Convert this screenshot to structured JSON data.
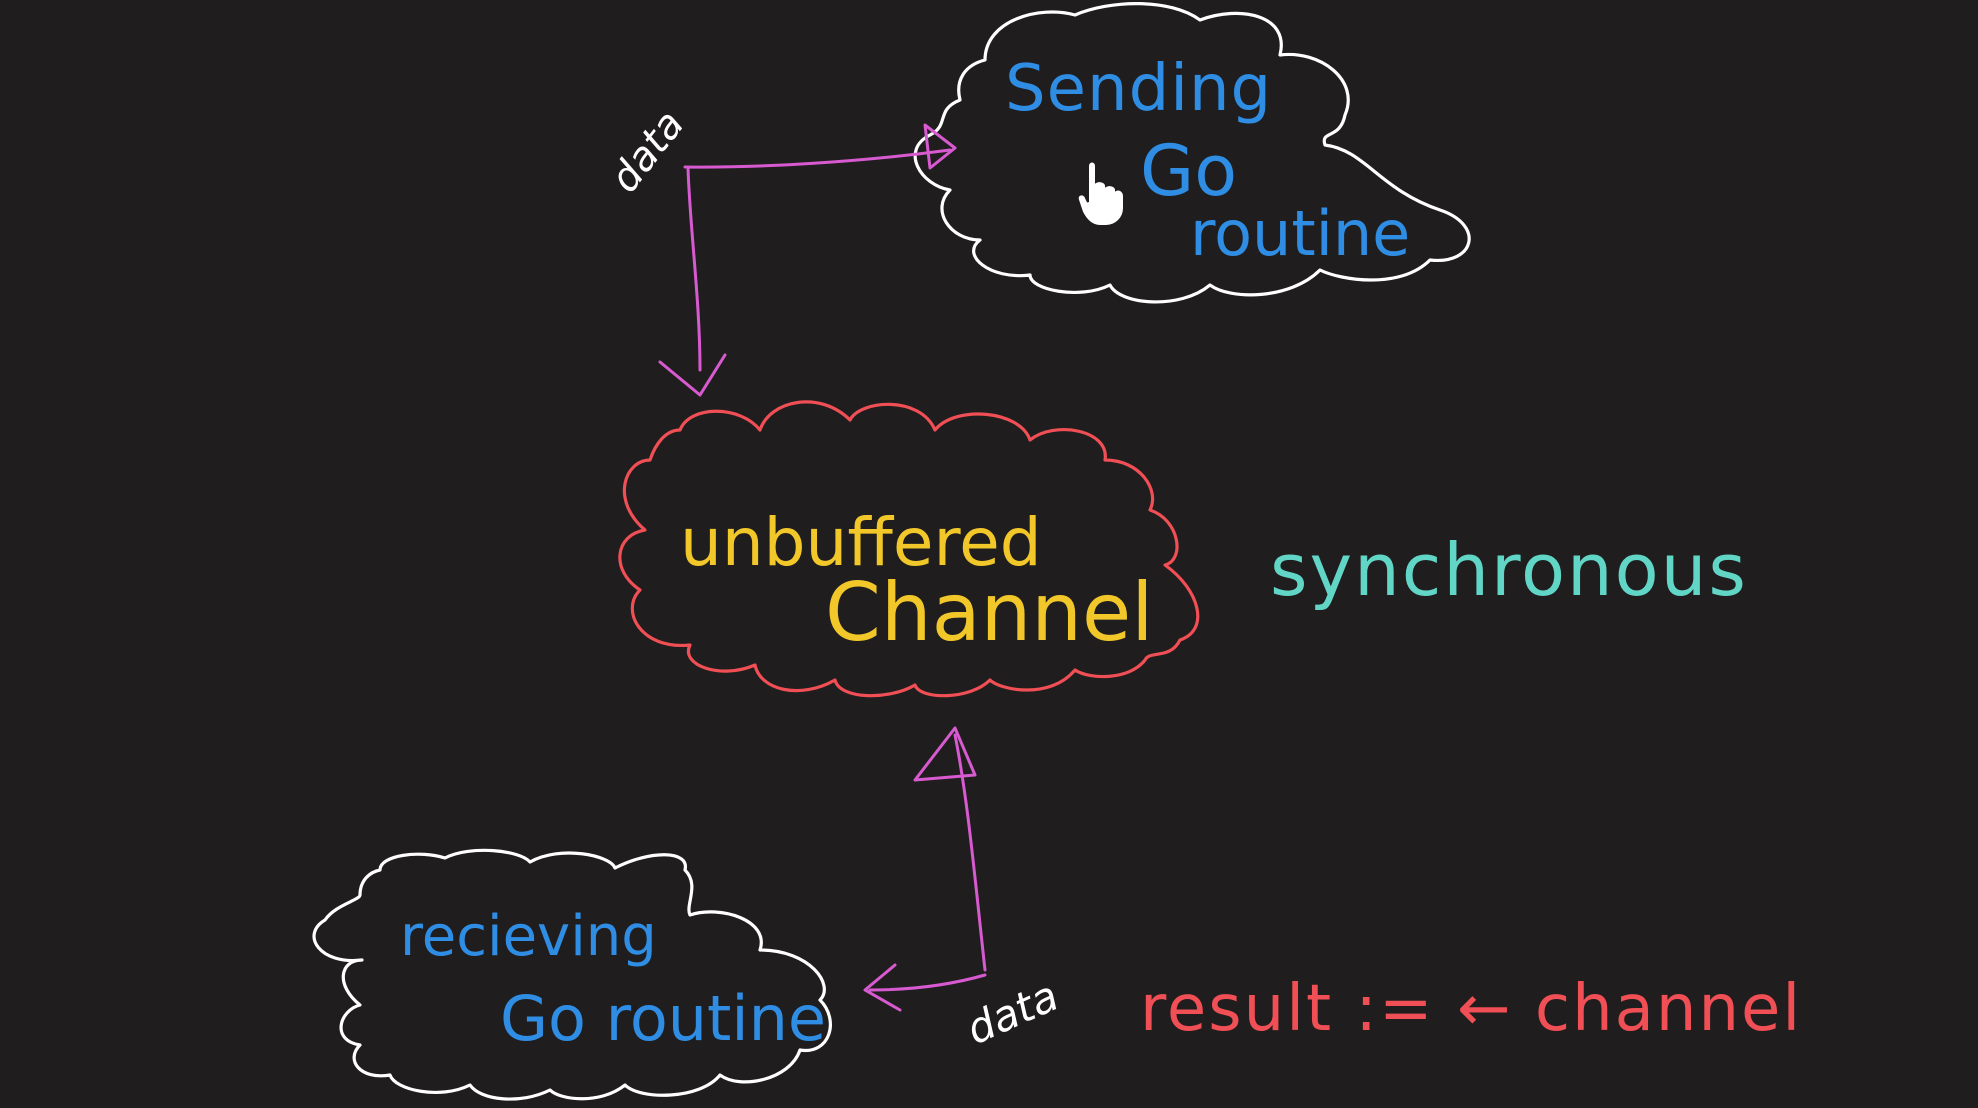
{
  "diagram": {
    "sending": {
      "line1": "Sending",
      "line2": "Go",
      "line3": "routine"
    },
    "channel": {
      "line1": "unbuffered",
      "line2": "Channel"
    },
    "receiving": {
      "line1": "recieving",
      "line2": "Go routine"
    },
    "data_label_top": "data",
    "data_label_bottom": "data",
    "synchronous": "synchronous",
    "code": "result := ← channel",
    "colors": {
      "background": "#1f1d1d",
      "cloud_white": "#ffffff",
      "cloud_red": "#ef4f55",
      "text_blue": "#2f8de4",
      "text_yellow": "#f2c72a",
      "text_teal": "#62d6c6",
      "text_red": "#ef4f55",
      "arrow_pink": "#d85ad0"
    },
    "icons": [
      "hand-pointer-icon"
    ]
  }
}
